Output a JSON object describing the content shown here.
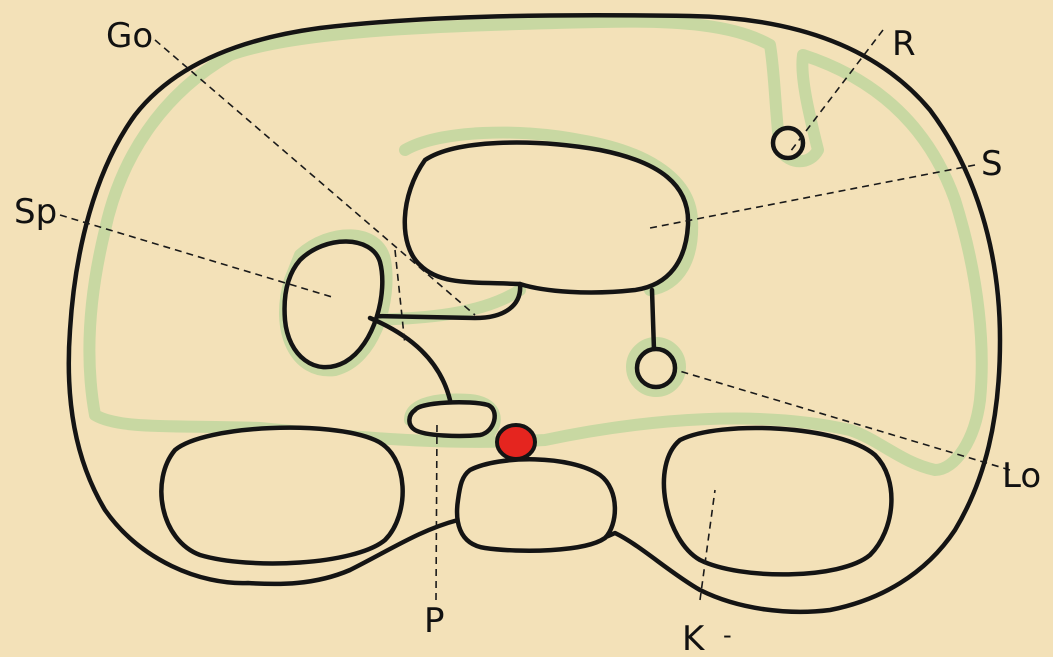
{
  "labels": {
    "go": "Go",
    "r": "R",
    "s": "S",
    "sp": "Sp",
    "lo": "Lo",
    "p": "P",
    "k": "K",
    "k_mark": "-"
  },
  "colors": {
    "background": "#f3e1b8",
    "peritoneum": "#c8d8a2",
    "outline": "#141414",
    "vessel": "#e5251f"
  }
}
